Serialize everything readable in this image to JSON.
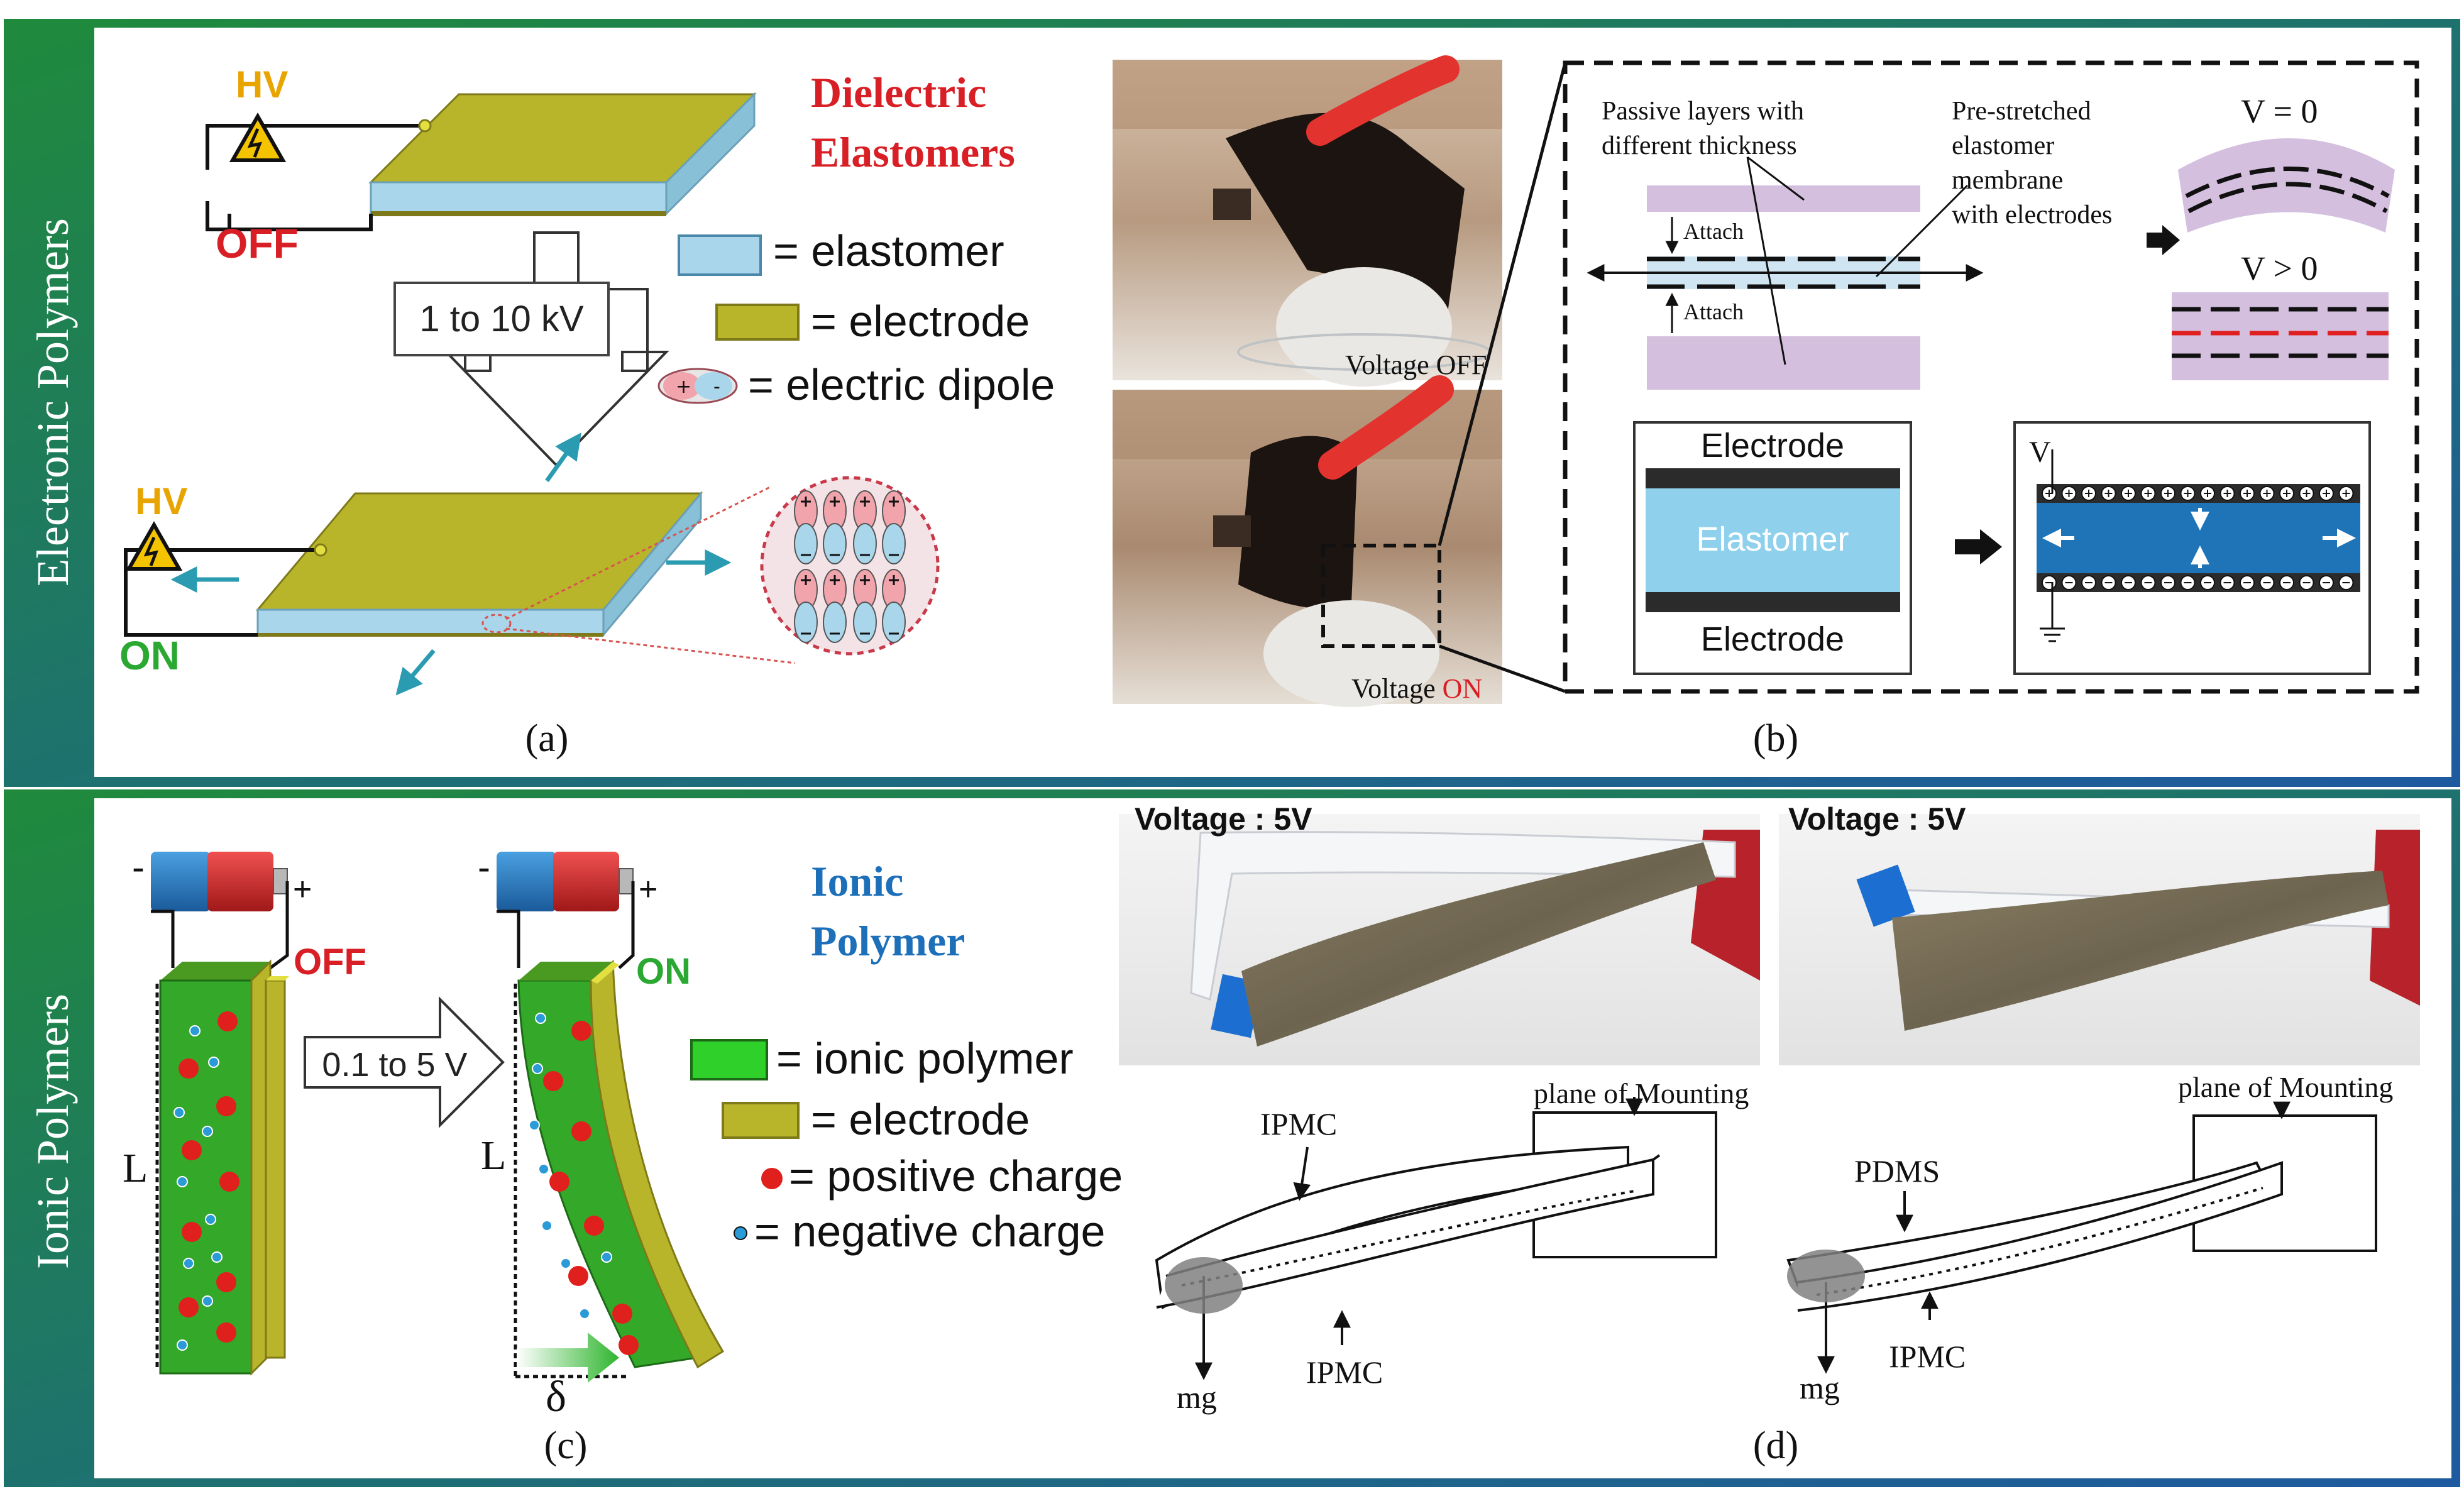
{
  "side_labels": {
    "top": "Electronic Polymers",
    "bottom": "Ionic Polymers"
  },
  "panel_a": {
    "hv_top": "HV",
    "off": "OFF",
    "voltage_range": "1 to 10 kV",
    "hv_bottom": "HV",
    "on": "ON",
    "title_line1": "Dielectric",
    "title_line2": "Elastomers",
    "legend": {
      "elastomer": "= elastomer",
      "electrode": "= electrode",
      "dipole": "= electric dipole"
    },
    "caption": "(a)"
  },
  "panel_b": {
    "photo_top_label": "Voltage OFF",
    "photo_bottom_label_prefix": "Voltage ",
    "photo_bottom_label_state": "ON",
    "passive_layers": [
      "Passive layers with",
      "different thickness"
    ],
    "prestretched": [
      "Pre-stretched",
      "elastomer",
      "membrane",
      "with electrodes"
    ],
    "attach_top": "Attach",
    "attach_bottom": "Attach",
    "v_zero": "V = 0",
    "v_pos": "V > 0",
    "electrode_top": "Electrode",
    "elastomer": "Elastomer",
    "electrode_bottom": "Electrode",
    "v_label": "V",
    "caption": "(b)"
  },
  "panel_c": {
    "off": "OFF",
    "on": "ON",
    "voltage_range": "0.1  to 5 V",
    "length_label_left": "L",
    "length_label_right": "L",
    "delta": "δ",
    "minus_left": "-",
    "plus_left": "+",
    "minus_right": "-",
    "plus_right": "+",
    "title_line1": "Ionic",
    "title_line2": "Polymer",
    "legend": {
      "ionic_polymer": "= ionic polymer",
      "electrode": "= electrode",
      "positive": "= positive charge",
      "negative": "= negative charge"
    },
    "caption": "(c)"
  },
  "panel_d": {
    "voltage_left": "Voltage : 5V",
    "voltage_right": "Voltage : 5V",
    "left": {
      "ipmc_top": "IPMC",
      "plane": "plane of Mounting",
      "ipmc_bottom": "IPMC",
      "mg": "mg"
    },
    "right": {
      "pdms": "PDMS",
      "plane": "plane of Mounting",
      "ipmc": "IPMC",
      "mg": "mg"
    },
    "caption": "(d)"
  },
  "colors": {
    "frame_gradient_start": "#1f8a3c",
    "frame_gradient_end": "#1e5aa0",
    "electrode": "#b9b52a",
    "elastomer": "#a9d6ea",
    "ionic_polymer": "#2fb52e",
    "title_red": "#d91f26",
    "title_blue": "#1c6fb8",
    "on_green": "#2aa832",
    "hv_yellow": "#e8a400",
    "arrow_teal": "#2a9bb0"
  }
}
